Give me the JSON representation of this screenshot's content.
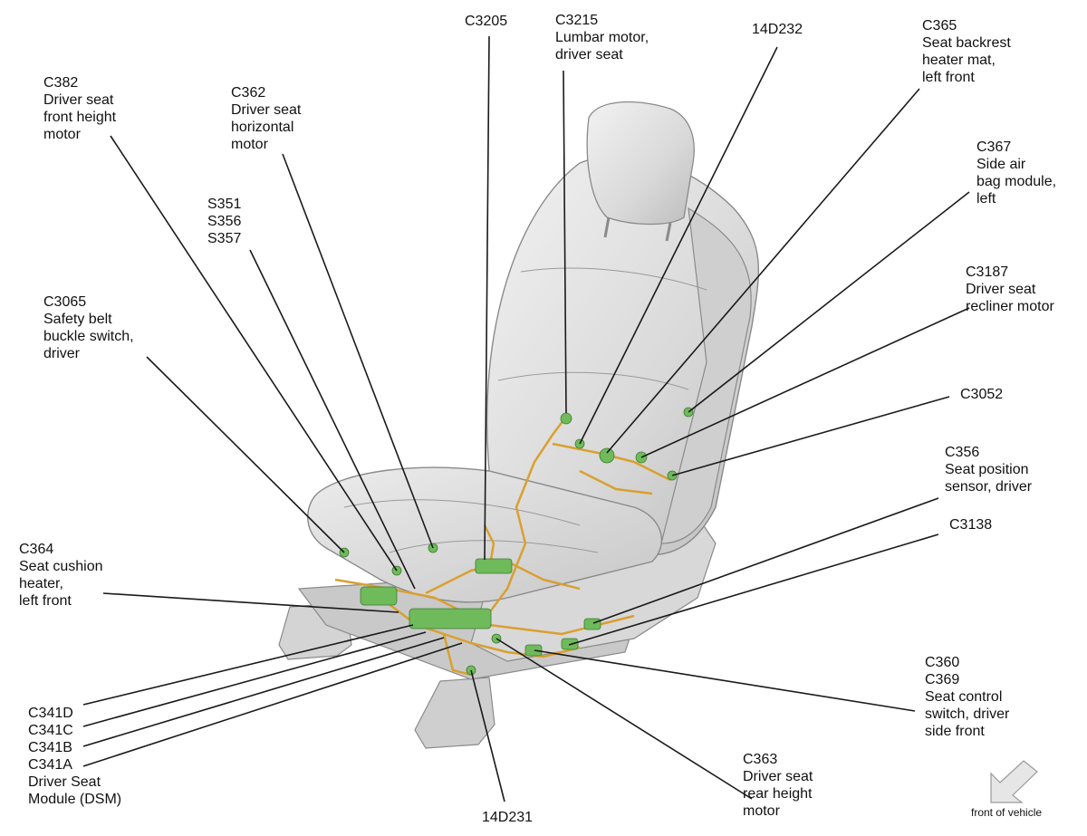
{
  "labels": {
    "c3205": [
      "C3205"
    ],
    "c3215": [
      "C3215",
      "Lumbar motor,",
      "driver seat"
    ],
    "d14d232": [
      "14D232"
    ],
    "c365": [
      "C365",
      "Seat backrest",
      "heater mat,",
      "left front"
    ],
    "c382": [
      "C382",
      "Driver seat",
      "front height",
      "motor"
    ],
    "c362": [
      "C362",
      "Driver seat",
      "horizontal",
      "motor"
    ],
    "c367": [
      "C367",
      "Side air",
      "bag module,",
      "left"
    ],
    "s351": [
      "S351",
      "S356",
      "S357"
    ],
    "c3187": [
      "C3187",
      "Driver seat",
      "recliner motor"
    ],
    "c3065": [
      "C3065",
      "Safety belt",
      "buckle switch,",
      "driver"
    ],
    "c3052": [
      "C3052"
    ],
    "c356": [
      "C356",
      "Seat position",
      "sensor, driver"
    ],
    "c3138": [
      "C3138"
    ],
    "c364": [
      "C364",
      "Seat cushion",
      "heater,",
      "left front"
    ],
    "c360": [
      "C360",
      "C369",
      "Seat control",
      "switch, driver",
      "side front"
    ],
    "c341": [
      "C341D",
      "C341C",
      "C341B",
      "C341A",
      "Driver Seat",
      "Module (DSM)"
    ],
    "c363": [
      "C363",
      "Driver seat",
      "rear height",
      "motor"
    ],
    "d14d231": [
      "14D231"
    ]
  },
  "front_of_vehicle": "front of vehicle",
  "colors": {
    "leader": "#1a1a1a",
    "seat_fill": "#dedede",
    "seat_edge": "#8a8a8a",
    "harness": "#d9a030",
    "connector": "#6fba5a",
    "arrow_fill": "#e6e6e6"
  }
}
